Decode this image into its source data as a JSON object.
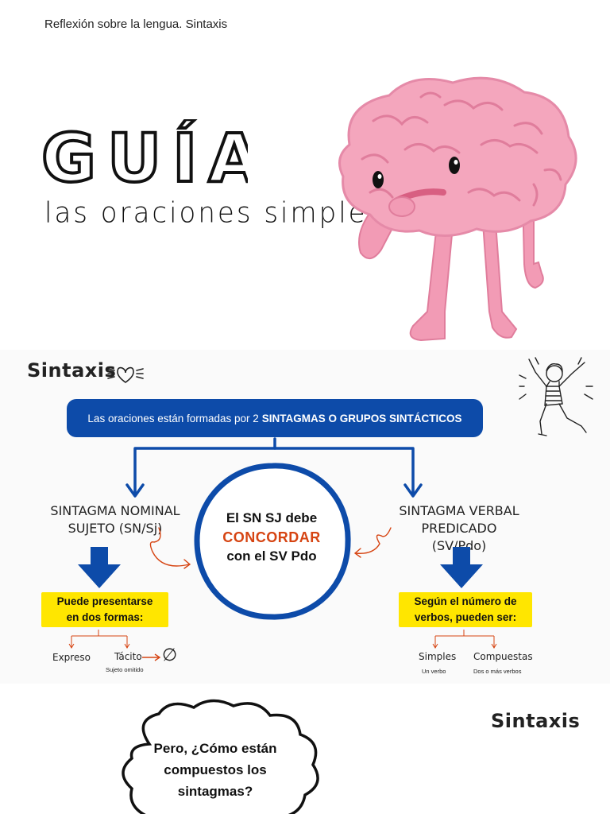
{
  "header": {
    "text": "Reflexión sobre la lengua. Sintaxis"
  },
  "title": {
    "main": "GUÍA",
    "subtitle": "las oraciones simples"
  },
  "section": {
    "heading": "Sintaxis",
    "banner_prefix": "Las oraciones están formadas por 2",
    "banner_bold": "SINTAGMAS O GRUPOS SINTÁCTICOS",
    "sn": {
      "line1": "SINTAGMA NOMINAL",
      "line2": "SUJETO (SN/Sj)"
    },
    "sv": {
      "line1": "SINTAGMA VERBAL PREDICADO",
      "line2": "(SV/Pdo)"
    },
    "center": {
      "line1": "El SN SJ debe",
      "line2": "CONCORDAR",
      "line3": "con el  SV Pdo"
    },
    "left_box": {
      "line1": "Puede presentarse",
      "line2": "en dos formas:"
    },
    "right_box": {
      "line1": "Según el número de",
      "line2": "verbos, pueden ser:"
    },
    "left_options": {
      "a": "Expreso",
      "b": "Tácito",
      "b_note": "Sujeto omitido",
      "b_symbol": "∅"
    },
    "right_options": {
      "a": "Simples",
      "a_note": "Un verbo",
      "b": "Compuestas",
      "b_note": "Dos o más verbos"
    }
  },
  "bottom": {
    "heading": "Sintaxis",
    "cloud_line1": "Pero, ¿Cómo están",
    "cloud_line2": "compuestos los",
    "cloud_line3": "sintagmas?"
  },
  "colors": {
    "blue": "#0d4ba9",
    "yellow": "#ffe600",
    "red": "#d64412",
    "brain_pink": "#f29bb5"
  }
}
